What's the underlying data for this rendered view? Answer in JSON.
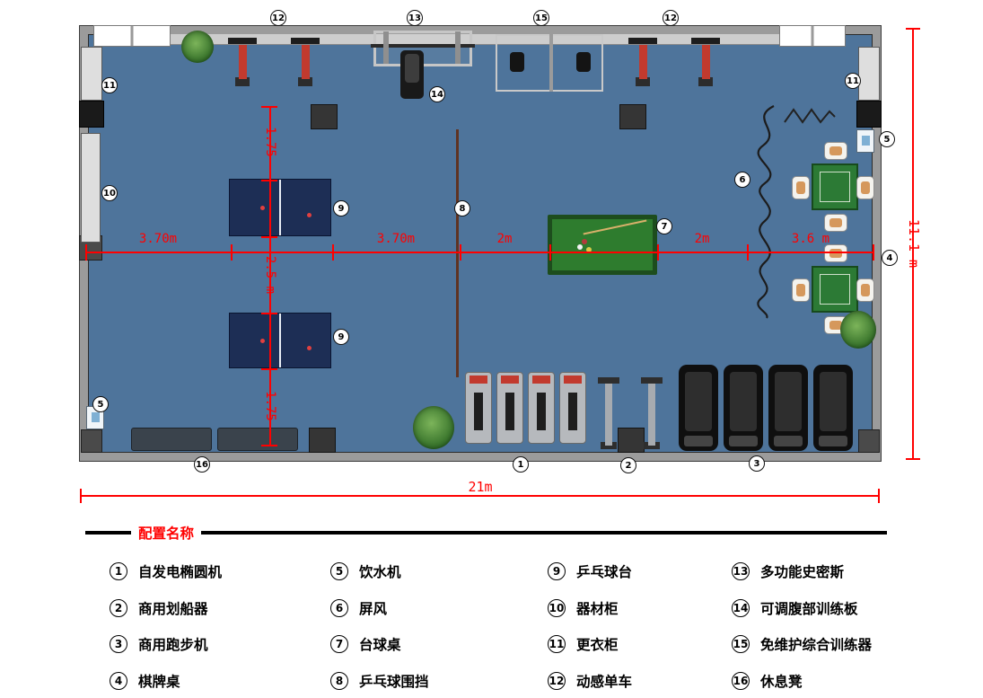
{
  "plan": {
    "markers": [
      "12",
      "13",
      "15",
      "12",
      "11",
      "11",
      "5",
      "10",
      "14",
      "9",
      "8",
      "7",
      "6",
      "4",
      "9",
      "5",
      "16",
      "1",
      "2",
      "3"
    ],
    "dims": {
      "h": [
        "3.70m",
        "3.70m",
        "2m",
        "2m",
        "3.6 m"
      ],
      "v": [
        "1.75",
        "2.5 m",
        "1.75"
      ],
      "total_width": "21m",
      "total_height": "11.1 m"
    }
  },
  "legend": {
    "title": "配置名称",
    "items": [
      {
        "n": "1",
        "label": "自发电椭圆机"
      },
      {
        "n": "2",
        "label": "商用划船器"
      },
      {
        "n": "3",
        "label": "商用跑步机"
      },
      {
        "n": "4",
        "label": "棋牌桌"
      },
      {
        "n": "5",
        "label": "饮水机"
      },
      {
        "n": "6",
        "label": "屏风"
      },
      {
        "n": "7",
        "label": "台球桌"
      },
      {
        "n": "8",
        "label": "乒乓球围挡"
      },
      {
        "n": "9",
        "label": "乒乓球台"
      },
      {
        "n": "10",
        "label": "器材柜"
      },
      {
        "n": "11",
        "label": "更衣柜"
      },
      {
        "n": "12",
        "label": "动感单车"
      },
      {
        "n": "13",
        "label": "多功能史密斯"
      },
      {
        "n": "14",
        "label": "可调腹部训练板"
      },
      {
        "n": "15",
        "label": "免维护综合训练器"
      },
      {
        "n": "16",
        "label": "休息凳"
      }
    ]
  },
  "colors": {
    "floor": "#4e749b",
    "wall": "#9b9b9b",
    "dimension": "#ff0000",
    "legend_title": "#ff0000",
    "billiards": "#2e7c2e",
    "table_tennis": "#1d2e55"
  }
}
